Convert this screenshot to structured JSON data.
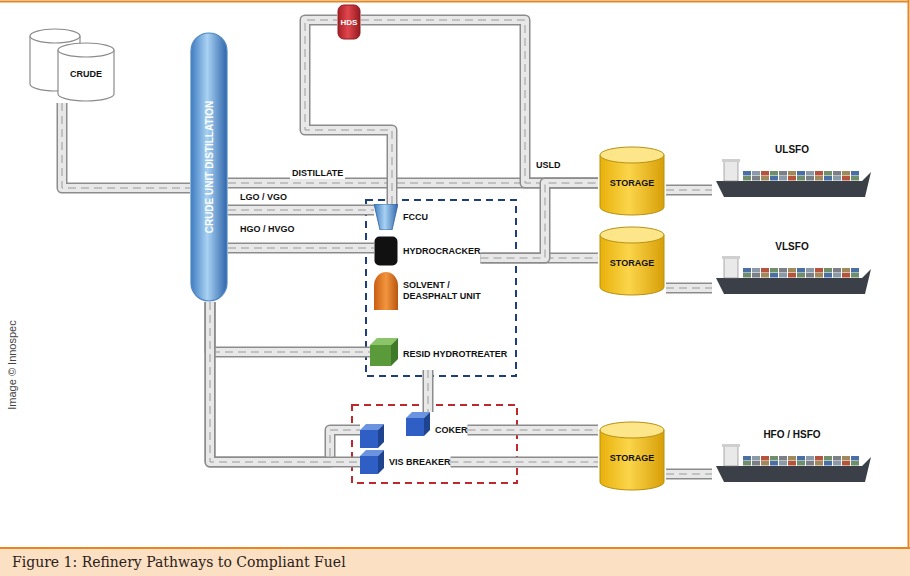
{
  "diagram": {
    "caption": "Figure 1: Refinery Pathways to Compliant Fuel",
    "nodes": [
      {
        "text": [
          "CRUDE"
        ]
      },
      {
        "text": [
          "CRUDE UNIT DISTILLATION"
        ]
      },
      {
        "text": [
          "HDS"
        ]
      },
      {
        "text": [
          "FCCU"
        ]
      },
      {
        "text": [
          "HYDROCRACKER"
        ]
      },
      {
        "text": [
          "SOLVENT / DEASPHALT UNIT"
        ]
      },
      {
        "text": [
          "RESID HYDROTREATER"
        ]
      },
      {
        "text": [
          "COKER"
        ]
      },
      {
        "text": [
          "VIS BREAKER"
        ]
      },
      {
        "text": [
          "STORAGE"
        ]
      },
      {
        "text": [
          "ULSFO"
        ]
      },
      {
        "text": [
          "STORAGE"
        ]
      },
      {
        "text": [
          "VLSFO"
        ]
      },
      {
        "text": [
          "STORAGE"
        ]
      },
      {
        "text": [
          "HFO / HSFO"
        ]
      }
    ],
    "edges": [
      {
        "from": 0,
        "to": 1,
        "arrow": "none"
      },
      {
        "from": 1,
        "to": 9,
        "label": "DISTILLATE",
        "arrow": "none"
      },
      {
        "from": 1,
        "to": 3,
        "label": "LGO / VGO",
        "arrow": "none"
      },
      {
        "from": 1,
        "to": 4,
        "label": "HGO / HVGO",
        "arrow": "none"
      },
      {
        "from": 1,
        "to": 6,
        "arrow": "none"
      },
      {
        "from": 1,
        "to": 7,
        "arrow": "none"
      },
      {
        "from": 1,
        "to": 8,
        "arrow": "none"
      },
      {
        "from": 6,
        "to": 7,
        "arrow": "none"
      },
      {
        "from": 3,
        "to": 2,
        "arrow": "none"
      },
      {
        "from": 2,
        "to": 9,
        "label": "USLD",
        "arrow": "none"
      },
      {
        "from": 4,
        "to": 11,
        "arrow": "none"
      },
      {
        "from": 4,
        "to": 9,
        "arrow": "none"
      },
      {
        "from": 7,
        "to": 13,
        "arrow": "none"
      },
      {
        "from": 8,
        "to": 13,
        "arrow": "none"
      },
      {
        "from": 9,
        "to": 10,
        "arrow": "none"
      },
      {
        "from": 11,
        "to": 12,
        "arrow": "none"
      },
      {
        "from": 13,
        "to": 14,
        "arrow": "none"
      }
    ],
    "labels": [
      "Image © Innospec"
    ]
  }
}
